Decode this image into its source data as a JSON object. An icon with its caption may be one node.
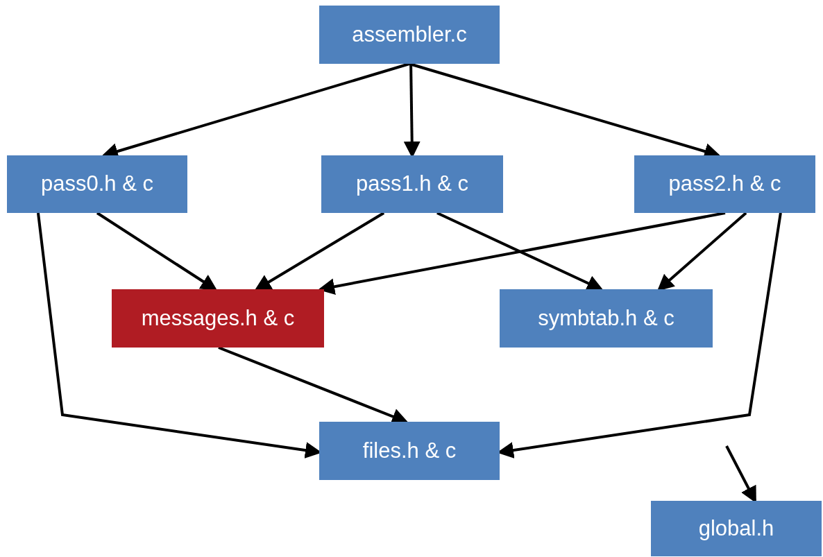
{
  "diagram": {
    "nodes": [
      {
        "text": [
          "assembler.c"
        ]
      },
      {
        "text": [
          "pass0.h & c"
        ]
      },
      {
        "text": [
          "pass1.h & c"
        ]
      },
      {
        "text": [
          "pass2.h & c"
        ]
      },
      {
        "text": [
          "messages.h & c"
        ]
      },
      {
        "text": [
          "symbtab.h & c"
        ]
      },
      {
        "text": [
          "files.h & c"
        ]
      },
      {
        "text": [
          "global.h"
        ]
      }
    ],
    "edges": [
      {
        "from": 0,
        "to": 1,
        "arrow": "to"
      },
      {
        "from": 0,
        "to": 2,
        "arrow": "to"
      },
      {
        "from": 0,
        "to": 3,
        "arrow": "to"
      },
      {
        "from": 1,
        "to": 4,
        "arrow": "to"
      },
      {
        "from": 2,
        "to": 4,
        "arrow": "to"
      },
      {
        "from": 3,
        "to": 4,
        "arrow": "to"
      },
      {
        "from": 2,
        "to": 5,
        "arrow": "to"
      },
      {
        "from": 3,
        "to": 5,
        "arrow": "to"
      },
      {
        "from": 4,
        "to": 6,
        "arrow": "to"
      },
      {
        "from": 1,
        "to": 6,
        "arrow": "to"
      },
      {
        "from": 3,
        "to": 6,
        "arrow": "to"
      },
      {
        "from": null,
        "to": 7,
        "arrow": "to"
      }
    ]
  }
}
